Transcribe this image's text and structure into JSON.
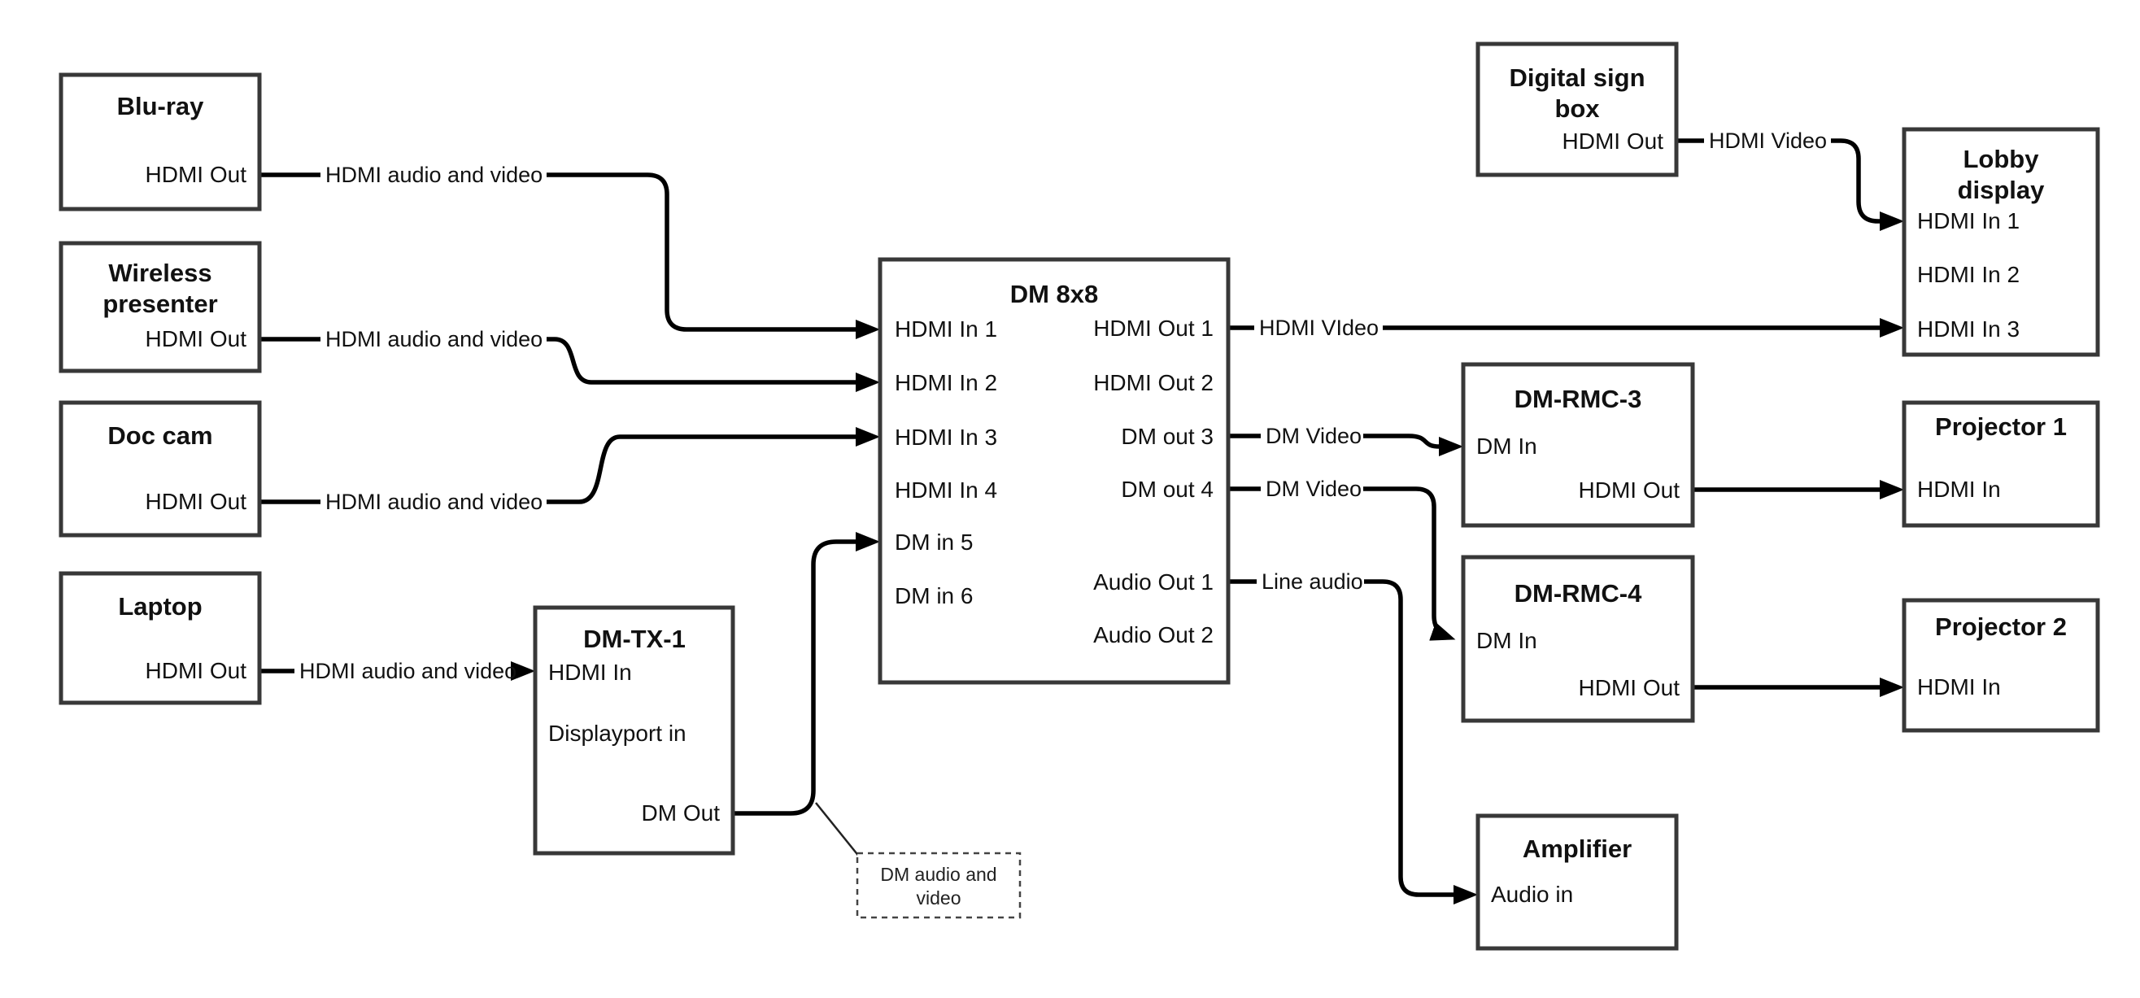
{
  "diagram": {
    "nodes": {
      "bluray": {
        "title": "Blu-ray",
        "ports": {
          "hdmi_out": "HDMI Out"
        }
      },
      "wireless_presenter": {
        "title_line1": "Wireless",
        "title_line2": "presenter",
        "ports": {
          "hdmi_out": "HDMI Out"
        }
      },
      "doc_cam": {
        "title": "Doc cam",
        "ports": {
          "hdmi_out": "HDMI Out"
        }
      },
      "laptop": {
        "title": "Laptop",
        "ports": {
          "hdmi_out": "HDMI Out"
        }
      },
      "dm_tx_1": {
        "title": "DM-TX-1",
        "ports": {
          "hdmi_in": "HDMI In",
          "displayport_in": "Displayport in",
          "dm_out": "DM Out"
        }
      },
      "dm_8x8": {
        "title": "DM 8x8",
        "left_ports": [
          "HDMI In 1",
          "HDMI In 2",
          "HDMI In 3",
          "HDMI In 4",
          "DM in 5",
          "DM in 6"
        ],
        "right_ports": [
          "HDMI Out 1",
          "HDMI Out 2",
          "DM out 3",
          "DM out 4",
          "Audio Out 1",
          "Audio Out 2"
        ]
      },
      "digital_sign_box": {
        "title_line1": "Digital sign",
        "title_line2": "box",
        "ports": {
          "hdmi_out": "HDMI Out"
        }
      },
      "lobby_display": {
        "title_line1": "Lobby",
        "title_line2": "display",
        "ports": [
          "HDMI In 1",
          "HDMI In 2",
          "HDMI In 3"
        ]
      },
      "dm_rmc_3": {
        "title": "DM-RMC-3",
        "ports": {
          "dm_in": "DM In",
          "hdmi_out": "HDMI Out"
        }
      },
      "projector_1": {
        "title": "Projector 1",
        "ports": {
          "hdmi_in": "HDMI In"
        }
      },
      "dm_rmc_4": {
        "title": "DM-RMC-4",
        "ports": {
          "dm_in": "DM In",
          "hdmi_out": "HDMI Out"
        }
      },
      "projector_2": {
        "title": "Projector 2",
        "ports": {
          "hdmi_in": "HDMI In"
        }
      },
      "amplifier": {
        "title": "Amplifier",
        "ports": {
          "audio_in": "Audio in"
        }
      }
    },
    "wires": [
      {
        "id": "bluray-dm8x8",
        "label": "HDMI audio and video",
        "from": "Blu-ray HDMI Out",
        "to": "DM 8x8 HDMI In 1"
      },
      {
        "id": "wireless-dm8x8",
        "label": "HDMI audio and video",
        "from": "Wireless presenter HDMI Out",
        "to": "DM 8x8 HDMI In 2"
      },
      {
        "id": "doccam-dm8x8",
        "label": "HDMI audio and video",
        "from": "Doc cam HDMI Out",
        "to": "DM 8x8 HDMI In 3"
      },
      {
        "id": "laptop-dmtx1",
        "label": "HDMI audio and video",
        "from": "Laptop HDMI Out",
        "to": "DM-TX-1 HDMI In"
      },
      {
        "id": "dmtx1-dm8x8",
        "label": "",
        "from": "DM-TX-1 DM Out",
        "to": "DM 8x8 DM in 5"
      },
      {
        "id": "hdmiout1-lobby",
        "label": "HDMI VIdeo",
        "from": "DM 8x8 HDMI Out 1",
        "to": "Lobby display HDMI In 3"
      },
      {
        "id": "dmout3-rmc3",
        "label": "DM Video",
        "from": "DM 8x8 DM out 3",
        "to": "DM-RMC-3 DM In"
      },
      {
        "id": "dmout4-rmc4",
        "label": "DM Video",
        "from": "DM 8x8 DM out 4",
        "to": "DM-RMC-4 DM In"
      },
      {
        "id": "audioout1-amp",
        "label": "Line audio",
        "from": "DM 8x8 Audio Out 1",
        "to": "Amplifier Audio in"
      },
      {
        "id": "sign-lobby",
        "label": "HDMI Video",
        "from": "Digital sign box HDMI Out",
        "to": "Lobby display HDMI In 1"
      },
      {
        "id": "rmc3-proj1",
        "label": "",
        "from": "DM-RMC-3 HDMI Out",
        "to": "Projector 1 HDMI In"
      },
      {
        "id": "rmc4-proj2",
        "label": "",
        "from": "DM-RMC-4 HDMI Out",
        "to": "Projector 2 HDMI In"
      }
    ],
    "callout": {
      "line1": "DM audio and",
      "line2": "video"
    },
    "colors": {
      "wire": "#000000",
      "box_border": "#383838",
      "background": "#ffffff"
    }
  }
}
